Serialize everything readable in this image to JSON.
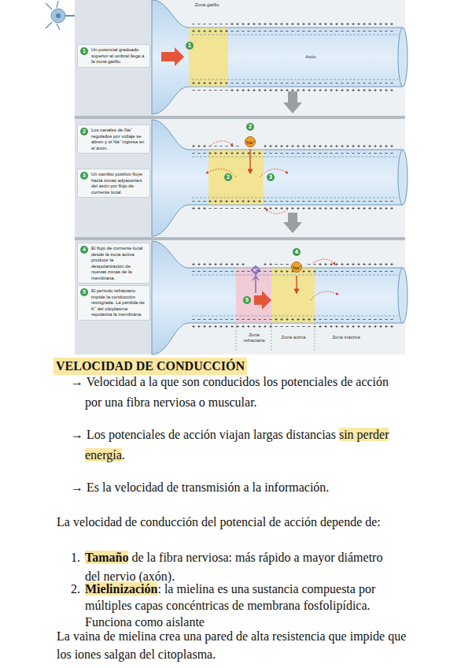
{
  "diagram": {
    "title": "VELOCIDAD DE CONDUCCIÓN",
    "nodes": [
      {
        "text": [
          "1",
          "Un potencial graduado superior al umbral llega a la zona gatillo."
        ]
      },
      {
        "text": [
          "2",
          "Los canales de Na⁺ regulados por voltaje se abren y el Na⁺ ingresa en el axón."
        ]
      },
      {
        "text": [
          "3",
          "Un cambio positivo fluye hacia zonas adyacentes del axón por flujo de corriente local."
        ]
      },
      {
        "text": [
          "4",
          "El flujo de corriente local desde la zona activa produce la despolarización de nuevas zonas de la membrana."
        ]
      },
      {
        "text": [
          "5",
          "El período refractario impide la conducción retrógrada. La pérdida de K⁺ del citoplasma repolariza la membrana."
        ]
      }
    ],
    "labels": [
      "Zona gatillo",
      "Axón",
      "1",
      "2",
      "Na⁺",
      "2",
      "3",
      "4",
      "Na⁺",
      "K⁺",
      "5",
      "Zona refractaria",
      "Zona activa",
      "Zona inactiva",
      "→ Velocidad a la que son conducidos los potenciales de acción por una fibra nerviosa o muscular.",
      "→ Los potenciales de acción viajan largas distancias",
      "sin perder energía",
      ".",
      "→ Es la velocidad de transmisión a la información.",
      "La velocidad de conducción del potencial de acción depende de:",
      "1.",
      "Tamaño",
      "de la fibra nerviosa: más rápido a mayor diámetro del nervio (axón).",
      "2.",
      "Mielinización",
      ": la mielina es una sustancia compuesta por múltiples capas concéntricas de membrana fosfolipídica. Funciona como aislante",
      "La vaina de mielina crea una pared de alta resistencia que impide que los iones salgan del citoplasma."
    ]
  }
}
